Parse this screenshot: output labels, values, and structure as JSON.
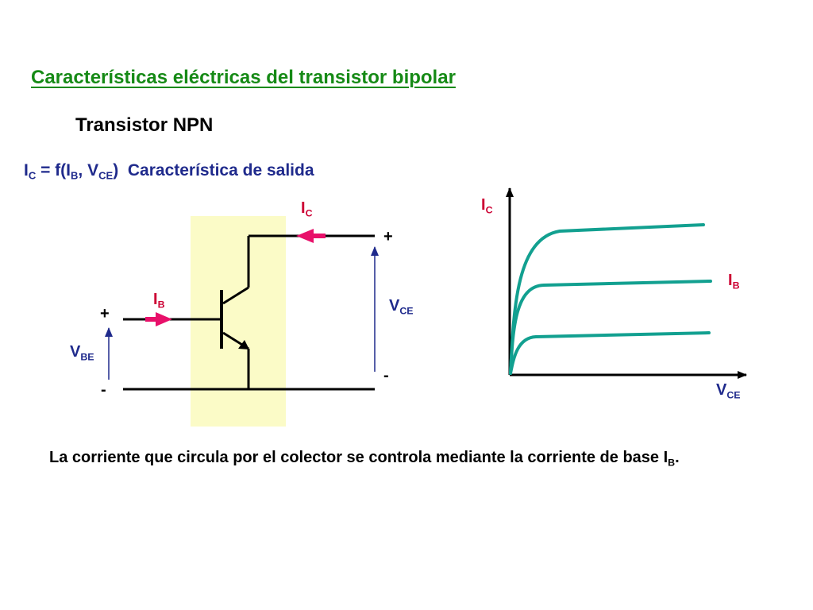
{
  "title": "Características eléctricas del transistor bipolar",
  "subtitle": "Transistor NPN",
  "formula": {
    "lhs": "I",
    "lhs_sub": "C",
    "eq": " = f(I",
    "arg1_sub": "B",
    "sep": ", V",
    "arg2_sub": "CE",
    "close": ")",
    "desc": "Característica de salida"
  },
  "circuit": {
    "ic_label": "I",
    "ic_sub": "C",
    "ib_label": "I",
    "ib_sub": "B",
    "vce_label": "V",
    "vce_sub": "CE",
    "vbe_label": "V",
    "vbe_sub": "BE",
    "plus": "+",
    "minus": "-"
  },
  "graph": {
    "y_label": "I",
    "y_sub": "C",
    "x_label": "V",
    "x_sub": "CE",
    "param_label": "I",
    "param_sub": "B"
  },
  "caption": {
    "text": "La corriente que circula por el colector se controla mediante la corriente de base I",
    "sub": "B",
    "end": "."
  },
  "colors": {
    "title": "#168a16",
    "navy": "#1f2a8c",
    "arrow": "#e8106a",
    "curve": "#12a090",
    "highlight": "#fbfbc7"
  }
}
